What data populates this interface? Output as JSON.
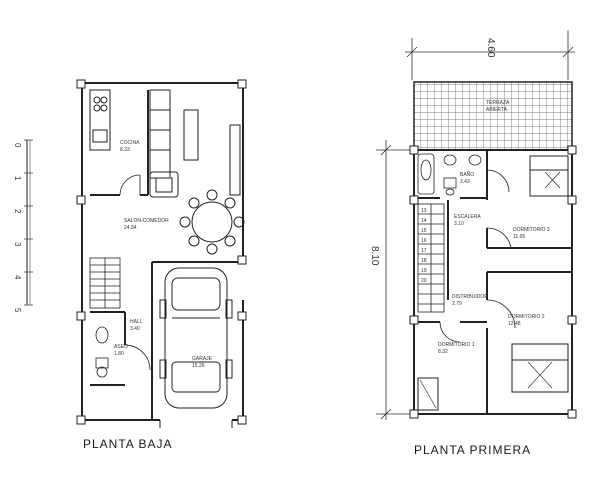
{
  "ground_floor": {
    "caption": "PLANTA BAJA",
    "rooms": {
      "kitchen": "COCINA",
      "kitchen_area": "8.33",
      "living": "SALON-COMEDOR",
      "living_area": "24.84",
      "hall": "HALL",
      "hall_area": "3.40",
      "wc": "ASEO",
      "wc_area": "1.80",
      "garage": "GARAJE",
      "garage_area": "15.26"
    }
  },
  "first_floor": {
    "caption": "PLANTA PRIMERA",
    "rooms": {
      "terrace": "TERRAZA",
      "terrace_area": "ABIERTA",
      "bath": "BAÑO",
      "bath_area": "3.43",
      "stairs": "ESCALERA",
      "stairs_area": "3.10",
      "dorm3": "DORMITORIO 3",
      "dorm3_area": "11.05",
      "distributor": "DISTRIBUIDOR",
      "distributor_area": "2.79",
      "dorm2": "DORMITORIO 2",
      "dorm2_area": "12.48",
      "dorm1": "DORMITORIO 1",
      "dorm1_area": "8.32"
    },
    "width_dim": "4.60",
    "depth_dim": "8.10"
  },
  "scale_bar": {
    "ticks": [
      "0",
      "1",
      "2",
      "3",
      "4",
      "5"
    ]
  },
  "stair_numbers": [
    "13",
    "14",
    "15",
    "16",
    "17",
    "18",
    "19",
    "20"
  ]
}
